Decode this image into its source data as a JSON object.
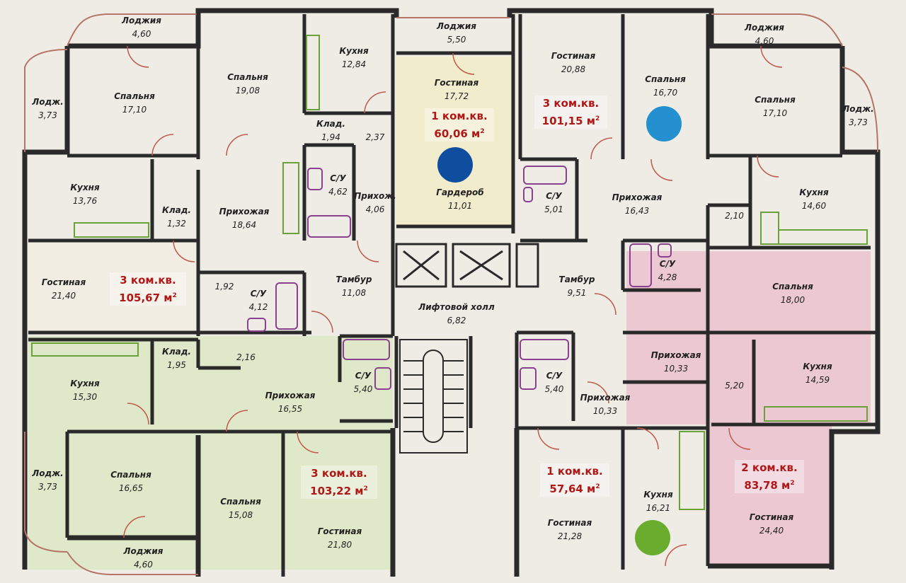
{
  "colors": {
    "wall": "#2a2a2a",
    "green_zone": "#dfe8c9",
    "pink_zone": "#ecc8d3",
    "cream_zone": "#f0ecdc",
    "label_red": "#b01818",
    "dot_blue_dark": "#0f4d9e",
    "dot_blue_light": "#2590cf",
    "dot_green": "#6aad2e"
  },
  "rooms": [
    {
      "name": "Лоджия",
      "area": "4,60"
    },
    {
      "name": "Спальня",
      "area": "19,08"
    },
    {
      "name": "Кухня",
      "area": "12,84"
    },
    {
      "name": "Лоджия",
      "area": "5,50"
    },
    {
      "name": "Гостиная",
      "area": "20,88"
    },
    {
      "name": "Спальня",
      "area": "16,70"
    },
    {
      "name": "Лоджия",
      "area": "4,60"
    },
    {
      "name": "Лодж.",
      "area": "3,73"
    },
    {
      "name": "Спальня",
      "area": "17,10"
    },
    {
      "name": "Гостиная",
      "area": "17,72"
    },
    {
      "name": "Спальня",
      "area": "17,10"
    },
    {
      "name": "Лодж.",
      "area": "3,73"
    },
    {
      "name": "Клад.",
      "area": "1,94"
    },
    {
      "name": "",
      "area": "2,37"
    },
    {
      "name": "С/У",
      "area": "4,62"
    },
    {
      "name": "Прихож.",
      "area": "4,06"
    },
    {
      "name": "Гардероб",
      "area": "11,01"
    },
    {
      "name": "С/У",
      "area": "5,01"
    },
    {
      "name": "Прихожая",
      "area": "16,43"
    },
    {
      "name": "Кухня",
      "area": "13,76"
    },
    {
      "name": "Клад.",
      "area": "1,32"
    },
    {
      "name": "Прихожая",
      "area": "18,64"
    },
    {
      "name": "Кухня",
      "area": "14,60"
    },
    {
      "name": "",
      "area": "2,10"
    },
    {
      "name": "Гостиная",
      "area": "21,40"
    },
    {
      "name": "",
      "area": "1,92"
    },
    {
      "name": "С/У",
      "area": "4,12"
    },
    {
      "name": "Тамбур",
      "area": "11,08"
    },
    {
      "name": "Тамбур",
      "area": "9,51"
    },
    {
      "name": "С/У",
      "area": "4,28"
    },
    {
      "name": "Спальня",
      "area": "18,00"
    },
    {
      "name": "Лифтовой холл",
      "area": "6,82"
    },
    {
      "name": "Клад.",
      "area": "1,95"
    },
    {
      "name": "",
      "area": "2,16"
    },
    {
      "name": "Прихожая",
      "area": "10,33"
    },
    {
      "name": "Кухня",
      "area": "15,30"
    },
    {
      "name": "С/У",
      "area": "5,40"
    },
    {
      "name": "С/У",
      "area": "5,40"
    },
    {
      "name": "Кухня",
      "area": "14,59"
    },
    {
      "name": "",
      "area": "5,20"
    },
    {
      "name": "Прихожая",
      "area": "16,55"
    },
    {
      "name": "Прихожая",
      "area": "10,33"
    },
    {
      "name": "Лодж.",
      "area": "3,73"
    },
    {
      "name": "Спальня",
      "area": "16,65"
    },
    {
      "name": "Кухня",
      "area": "16,21"
    },
    {
      "name": "Спальня",
      "area": "15,08"
    },
    {
      "name": "Гостиная",
      "area": "21,28"
    },
    {
      "name": "Гостиная",
      "area": "21,80"
    },
    {
      "name": "Гостиная",
      "area": "24,40"
    },
    {
      "name": "Лоджия",
      "area": "4,60"
    }
  ],
  "apartments": [
    {
      "rooms": "1 ком.кв.",
      "area": "60,06 м",
      "unit_sup": "2"
    },
    {
      "rooms": "3 ком.кв.",
      "area": "101,15 м",
      "unit_sup": "2"
    },
    {
      "rooms": "3 ком.кв.",
      "area": "105,67 м",
      "unit_sup": "2"
    },
    {
      "rooms": "3 ком.кв.",
      "area": "103,22 м",
      "unit_sup": "2"
    },
    {
      "rooms": "1 ком.кв.",
      "area": "57,64 м",
      "unit_sup": "2"
    },
    {
      "rooms": "2 ком.кв.",
      "area": "83,78 м",
      "unit_sup": "2"
    }
  ],
  "markers": [
    "blue-dark-dot",
    "blue-light-dot",
    "green-dot"
  ]
}
